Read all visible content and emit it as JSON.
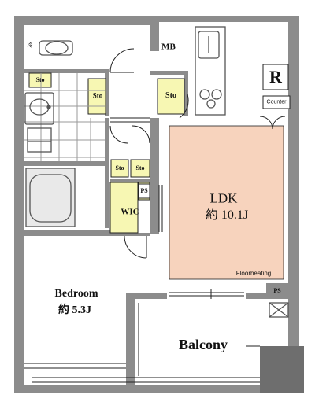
{
  "labels": {
    "mb": "MB",
    "sto_entry": "Sto",
    "sto_kitchen": "Sto",
    "sto_toilet": "Sto",
    "sto_small_left": "Sto",
    "sto_small_right": "Sto",
    "ps_wic": "PS",
    "ps_ldk": "PS",
    "r_badge": "R",
    "counter": "Counter",
    "wic": "WIC",
    "ldk_name": "LDK",
    "ldk_size": "約 10.1J",
    "floor_heating": "Floorheating",
    "bedroom_name": "Bedroom",
    "bedroom_size": "約 5.3J",
    "balcony": "Balcony",
    "wd_mark": "冷"
  },
  "colors": {
    "wall": "#8c8c8c",
    "wall_dark": "#6e6e6e",
    "storage": "#f7f7b3",
    "ldk_floor": "#f7d3bd",
    "line": "#222222",
    "grid": "#9a9a9a",
    "fixture": "#555555",
    "bath_fill": "#e9e9e9"
  }
}
